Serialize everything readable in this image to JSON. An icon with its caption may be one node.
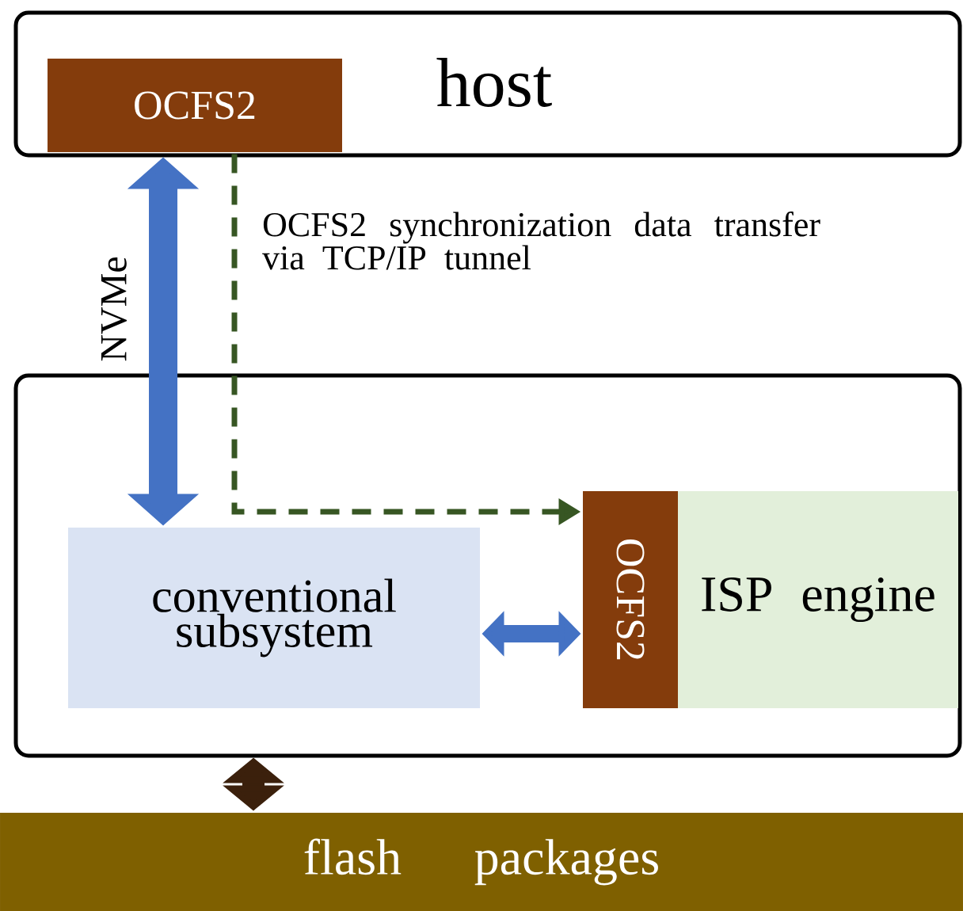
{
  "diagram": {
    "nodes": [
      {
        "text": [
          "host"
        ]
      },
      {
        "text": [
          "OCFS2"
        ],
        "in": 0
      },
      {
        "text": [],
        "shape": "box"
      },
      {
        "text": [
          "conventional subsystem"
        ],
        "in": 2
      },
      {
        "text": [
          "OCFS2"
        ],
        "in": 2
      },
      {
        "text": [
          "ISP engine"
        ],
        "in": 2
      },
      {
        "text": [
          "flash packages"
        ]
      }
    ],
    "edges": [
      {
        "from": 0,
        "to": 3,
        "arrow": "both",
        "label": "NVMe"
      },
      {
        "from": 1,
        "to": 4,
        "arrow": "to",
        "label": "OCFS2 synchronization data transfer via TCP/IP tunnel",
        "style": "dashed",
        "color": "#375623"
      },
      {
        "from": 3,
        "to": 4,
        "arrow": "both"
      },
      {
        "from": 2,
        "to": 6,
        "arrow": "both",
        "color": "#3b200c"
      }
    ]
  }
}
